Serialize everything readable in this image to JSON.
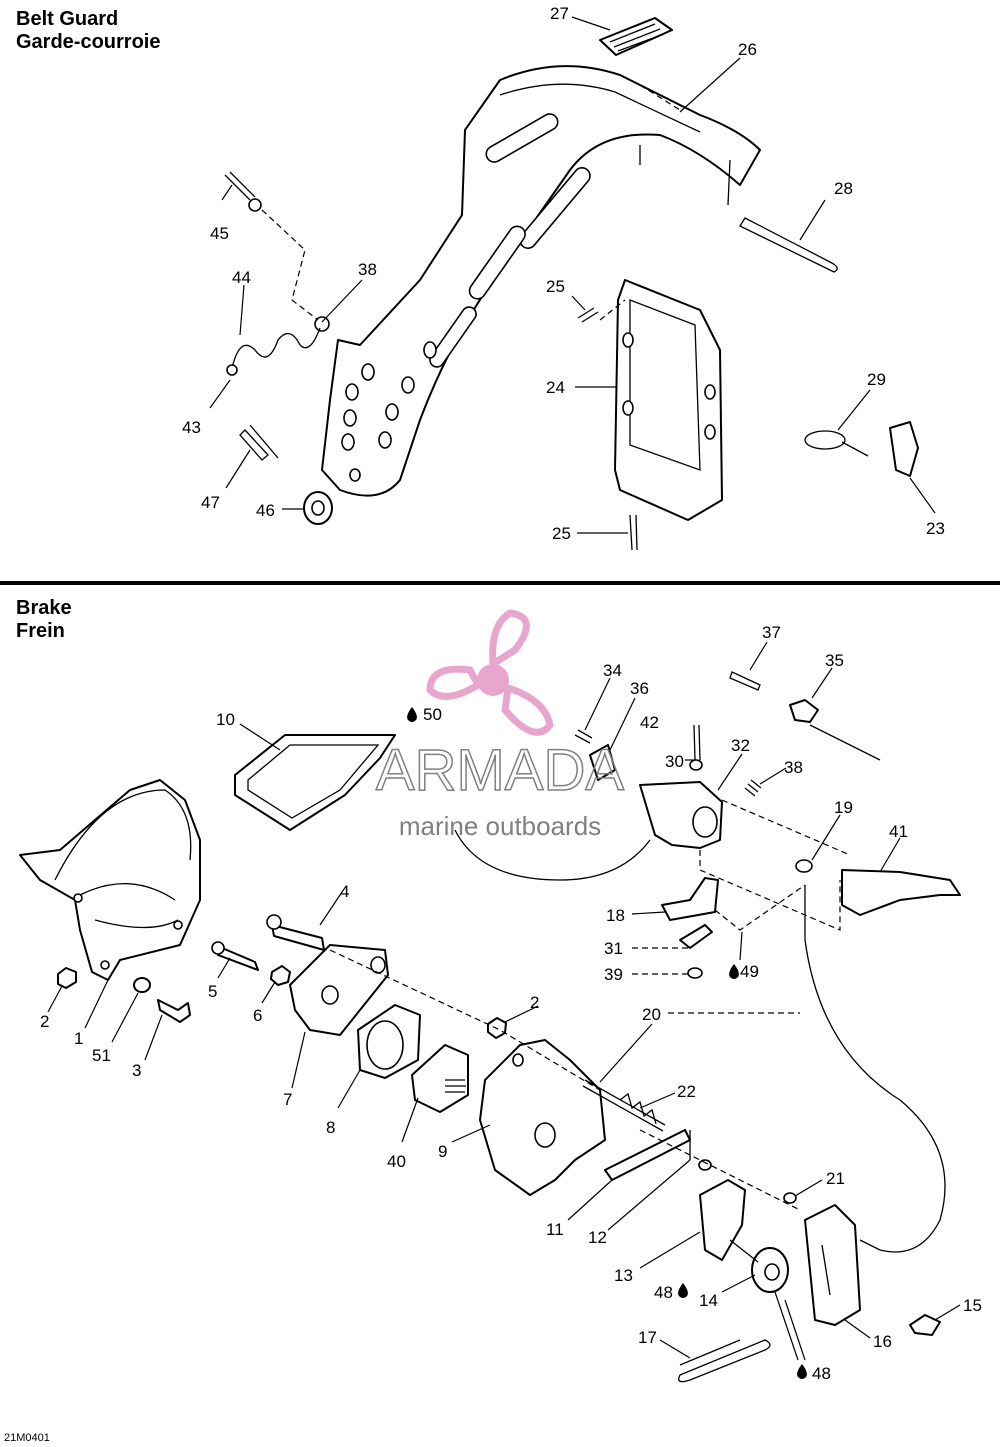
{
  "sections": {
    "belt_guard": {
      "title_en": "Belt Guard",
      "title_fr": "Garde-courroie"
    },
    "brake": {
      "title_en": "Brake",
      "title_fr": "Frein"
    }
  },
  "callouts": {
    "belt": {
      "c27": "27",
      "c26": "26",
      "c28": "28",
      "c45": "45",
      "c44": "44",
      "c38": "38",
      "c25a": "25",
      "c24": "24",
      "c43": "43",
      "c29": "29",
      "c47": "47",
      "c46": "46",
      "c23": "23",
      "c25b": "25"
    },
    "brake": {
      "c37": "37",
      "c35": "35",
      "c34": "34",
      "c36": "36",
      "c10": "10",
      "c50": "50",
      "c42": "42",
      "c30": "30",
      "c32": "32",
      "c38": "38",
      "c19": "19",
      "c41": "41",
      "c18": "18",
      "c31": "31",
      "c39": "39",
      "c49": "49",
      "c4": "4",
      "c2a": "2",
      "c5": "5",
      "c6": "6",
      "c2b": "2",
      "c20": "20",
      "c1": "1",
      "c51": "51",
      "c3": "3",
      "c7": "7",
      "c22": "22",
      "c8": "8",
      "c40": "40",
      "c9": "9",
      "c21": "21",
      "c11": "11",
      "c12": "12",
      "c13": "13",
      "c48a": "48",
      "c14": "14",
      "c15": "15",
      "c16": "16",
      "c17": "17",
      "c48b": "48"
    }
  },
  "watermark": {
    "brand": "ARMADA",
    "tagline": "marine outboards",
    "accent_color": "#e8a6cf",
    "icon": "propeller-icon"
  },
  "drawing_code": "21M0401",
  "lubricant_icon": "oil-drop-icon"
}
